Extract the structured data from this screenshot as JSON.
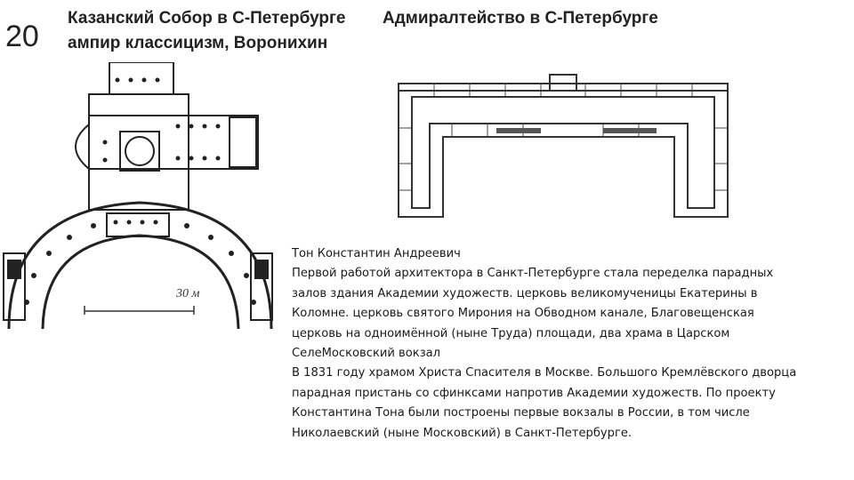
{
  "slide": {
    "number": "20",
    "title_left": "Казанский Собор в С-Петербурге",
    "title_right": "Адмиралтейство в С-Петербурге",
    "subtitle": "ампир классицизм, Воронихин"
  },
  "plans": {
    "kazan_scale_label": "30 м"
  },
  "bio": {
    "lines": [
      "Тон Константин Андреевич",
      "Первой работой архитектора в Санкт-Петербурге стала переделка парадных",
      "залов здания Академии художеств. церковь великомученицы Екатерины в",
      "Коломне. церковь святого Мирония на Обводном канале, Благовещенская",
      "церковь на одноимённой (ныне Труда) площади, два храма в Царском",
      "СелеМосковский вокзал",
      "В 1831 году храмом Христа Спасителя в Москве. Большого Кремлёвского дворца",
      "парадная пристань со сфинксами напротив Академии художеств. По проекту",
      "Константина Тона были построены первые вокзалы в России, в том числе",
      "Николаевский (ныне Московский) в Санкт-Петербурге."
    ]
  }
}
